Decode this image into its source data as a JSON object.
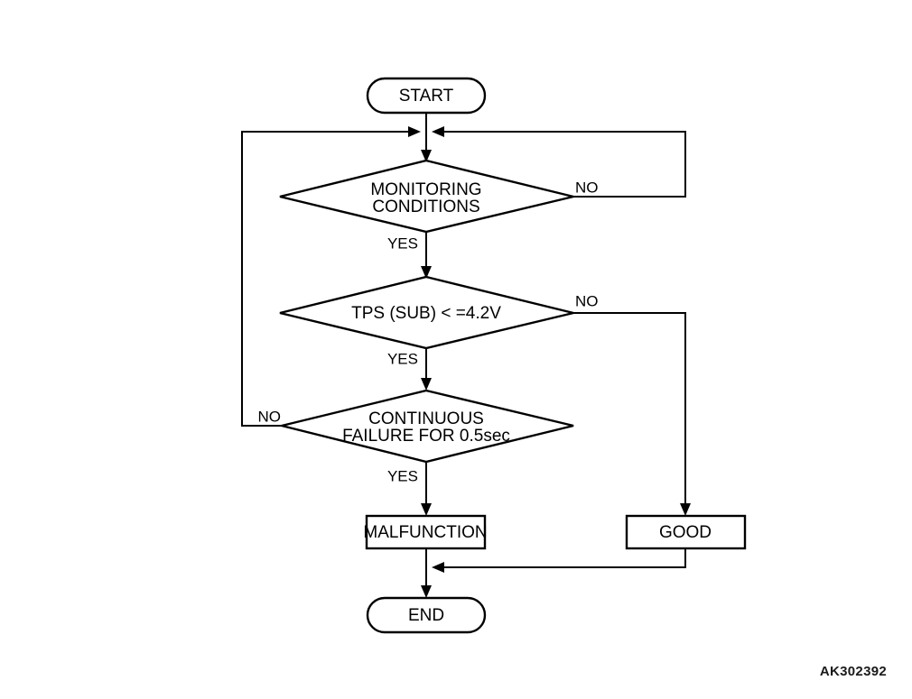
{
  "diagram": {
    "title": "TPS (SUB) diagnostic logic flowchart",
    "reference_code": "AK302392",
    "nodes": {
      "start": {
        "label": "START",
        "shape": "terminator"
      },
      "decision_monitoring": {
        "label_line1": "MONITORING",
        "label_line2": "CONDITIONS",
        "shape": "decision"
      },
      "decision_tps": {
        "label_line1": "TPS (SUB) < =4.2V",
        "shape": "decision"
      },
      "decision_continuous": {
        "label_line1": "CONTINUOUS",
        "label_line2": "FAILURE FOR 0.5sec",
        "shape": "decision"
      },
      "malfunction": {
        "label": "MALFUNCTION",
        "shape": "process"
      },
      "good": {
        "label": "GOOD",
        "shape": "process"
      },
      "end": {
        "label": "END",
        "shape": "terminator"
      }
    },
    "edge_labels": {
      "monitoring_yes": "YES",
      "monitoring_no": "NO",
      "tps_yes": "YES",
      "tps_no": "NO",
      "continuous_yes": "YES",
      "continuous_no": "NO"
    },
    "colors": {
      "stroke": "#000000",
      "fill": "#ffffff",
      "background": "#ffffff",
      "reference_text": "#1a1a1a"
    }
  }
}
